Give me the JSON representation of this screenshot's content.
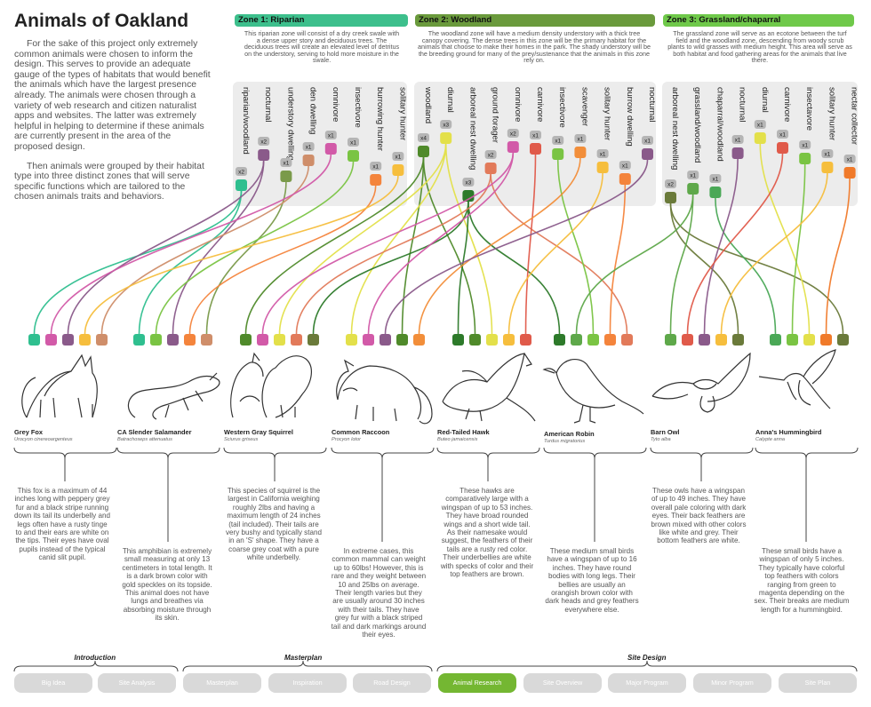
{
  "title": "Animals of Oakland",
  "intro": {
    "p1": "For the sake of this project only extremely common animals were chosen to inform the design. This serves to provide an adequate gauge of the types of habitats that would benefit the animals which have the largest presence already. The animals were chosen through a variety of web research and citizen naturalist apps and websites. The latter was extremely helpful in helping to determine if these animals are currently present in the area of the proposed design.",
    "p2": "Then animals were grouped by their habitat type into three distinct zones that will serve specific functions which are tailored to the chosen animals traits and behaviors."
  },
  "colors": {
    "zone1": "#3dbf8c",
    "zone2": "#6a9a3c",
    "zone3": "#6fc94a",
    "riparian": "#2fbf8f",
    "nocturnal": "#8a5a8a",
    "understory": "#7a9a4a",
    "den": "#cf8e6a",
    "omnivore": "#d25aa8",
    "insectivore": "#7ac443",
    "burrowing": "#f4843c",
    "hunter": "#f6be3d",
    "woodland": "#4f8a2a",
    "diurnal": "#e3e04a",
    "arboreal": "#2d7a2a",
    "ground": "#e27a5a",
    "carnivore": "#e05a4a",
    "scavenger": "#f28e3a",
    "grassland": "#5ea84a",
    "chaparral": "#4aa856",
    "nectar": "#f07a2a",
    "active": "#74b732",
    "nav": "#d9d9d9"
  },
  "zones": [
    {
      "label": "Zone 1: Riparian",
      "desc": "This riparian zone will consist of a dry creek swale with a dense upper story and deciduous trees. The deciduous trees will create an elevated level of detritus on the understory, serving to hold more moisture in the swale.",
      "traits": [
        {
          "label": "riparian/woodland",
          "count": "x2",
          "color": "#2fbf8f"
        },
        {
          "label": "nocturnal",
          "count": "x2",
          "color": "#8a5a8a"
        },
        {
          "label": "understory dwelling",
          "count": "x1",
          "color": "#7a9a4a"
        },
        {
          "label": "den dwelling",
          "count": "x1",
          "color": "#cf8e6a"
        },
        {
          "label": "omnivore",
          "count": "x1",
          "color": "#d25aa8"
        },
        {
          "label": "insectivore",
          "count": "x1",
          "color": "#7ac443"
        },
        {
          "label": "burrowing hunter",
          "count": "x1",
          "color": "#f4843c"
        },
        {
          "label": "solitary hunter",
          "count": "x1",
          "color": "#f6be3d"
        }
      ]
    },
    {
      "label": "Zone 2: Woodland",
      "desc": "The woodland zone will have a medium density understory with a thick tree canopy covering. The dense trees in this zone will be the primary habitat for the animals that choose to make their homes in the park. The shady understory will be the breeding ground for many of the prey/sustenance that the animals in this zone rely on.",
      "traits": [
        {
          "label": "woodland",
          "count": "x4",
          "color": "#4f8a2a"
        },
        {
          "label": "diurnal",
          "count": "x3",
          "color": "#e3e04a"
        },
        {
          "label": "arboreal nest dwelling",
          "count": "x3",
          "color": "#2d7a2a"
        },
        {
          "label": "ground forager",
          "count": "x2",
          "color": "#e27a5a"
        },
        {
          "label": "omnivore",
          "count": "x2",
          "color": "#d25aa8"
        },
        {
          "label": "carnivore",
          "count": "x1",
          "color": "#e05a4a"
        },
        {
          "label": "insectivore",
          "count": "x1",
          "color": "#7ac443"
        },
        {
          "label": "scavenger",
          "count": "x1",
          "color": "#f28e3a"
        },
        {
          "label": "solitary hunter",
          "count": "x1",
          "color": "#f6be3d"
        },
        {
          "label": "burrow dwelling",
          "count": "x1",
          "color": "#f4843c"
        },
        {
          "label": "nocturnal",
          "count": "x1",
          "color": "#8a5a8a"
        }
      ]
    },
    {
      "label": "Zone 3: Grassland/chaparral",
      "desc": "The grassland zone will serve as an ecotone between the turf field and the woodland zone, descending from woody scrub plants to wild grasses with medium height. This area will serve as both habitat and food gathering areas for the animals that live there.",
      "traits": [
        {
          "label": "arboreal nest dwelling",
          "count": "x2",
          "color": "#6a7a3a"
        },
        {
          "label": "grassland/woodland",
          "count": "x1",
          "color": "#5ea84a"
        },
        {
          "label": "chaparral/woodland",
          "count": "x1",
          "color": "#4aa856"
        },
        {
          "label": "nocturnal",
          "count": "x1",
          "color": "#8a5a8a"
        },
        {
          "label": "diurnal",
          "count": "x1",
          "color": "#e3e04a"
        },
        {
          "label": "carnivore",
          "count": "x1",
          "color": "#e05a4a"
        },
        {
          "label": "insectavore",
          "count": "x1",
          "color": "#7ac443"
        },
        {
          "label": "solitary hunter",
          "count": "x1",
          "color": "#f6be3d"
        },
        {
          "label": "nectar collector",
          "count": "x1",
          "color": "#f07a2a"
        }
      ]
    }
  ],
  "animals": [
    {
      "name": "Grey Fox",
      "sci": "Urocyon cinereoargenteus",
      "swatches": [
        "#2fbf8f",
        "#d25aa8",
        "#8a5a8a",
        "#f6be3d",
        "#cf8e6a"
      ],
      "desc": "This fox is a maximum of 44 inches long with peppery grey fur and a black stripe running down its tail its underbelly and legs often have a rusty tinge to and their ears are white on the tips. Their eyes have oval pupils instead of the typical canid slit pupil."
    },
    {
      "name": "CA Slender Salamander",
      "sci": "Batrachoseps attenuatus",
      "swatches": [
        "#2fbf8f",
        "#7ac443",
        "#8a5a8a",
        "#f4843c",
        "#cf8e6a"
      ],
      "desc": "This amphibian is extremely small measuring at only 13 centimeters in total length. It is a dark brown color with gold speckles on its topside. This animal does not have lungs and breathes via absorbing moisture through its skin."
    },
    {
      "name": "Western Gray Squirrel",
      "sci": "Sciurus griseus",
      "swatches": [
        "#4f8a2a",
        "#d25aa8",
        "#e3e04a",
        "#e27a5a",
        "#6a7a3a"
      ],
      "desc": "This species of squirrel is the largest in California weighing roughly 2lbs and having a maximum length of 24 inches (tail included). Their tails are very bushy and typically stand in an 'S' shape. They have a coarse grey coat with a pure white underbelly."
    },
    {
      "name": "Common Raccoon",
      "sci": "Procyon lotor",
      "swatches": [
        "#e3e04a",
        "#d25aa8",
        "#8a5a8a",
        "#4f8a2a",
        "#f28e3a"
      ],
      "desc": "In extreme cases, this common mammal can weight up to 60lbs! However, this is rare and they weight between 10 and 25lbs on average. Their length varies but they are usually around 30 inches with their tails. They have grey fur with a black striped tail and dark markings around their eyes."
    },
    {
      "name": "Red-Tailed Hawk",
      "sci": "Buteo jamaicensis",
      "swatches": [
        "#2d7a2a",
        "#4f8a2a",
        "#e3e04a",
        "#f6be3d",
        "#e05a4a"
      ],
      "desc": "These hawks are comparatively large with a wingspan of up to 53 inches. They have broad rounded wings and a short wide tail. As their namesake would suggest, the feathers of their tails are a rusty red color. Their underbellies are white with specks of color and their top feathers are brown."
    },
    {
      "name": "American Robin",
      "sci": "Turdus migratorius",
      "swatches": [
        "#2d7a2a",
        "#5ea84a",
        "#7ac443",
        "#f4843c",
        "#e27a5a"
      ],
      "desc": "These medium small birds have a wingspan of up to 16 inches. They have round bodies with long legs. Their bellies are usually an orangish brown color with dark heads and grey feathers everywhere else."
    },
    {
      "name": "Barn Owl",
      "sci": "Tyto alba",
      "swatches": [
        "#5ea84a",
        "#e05a4a",
        "#8a5a8a",
        "#f6be3d",
        "#6a7a3a"
      ],
      "desc": "These owls have a wingspan of up to 49 inches. They have overall pale coloring with dark eyes. Their back feathers are brown mixed with other colors like white and grey. Their bottom feathers are white."
    },
    {
      "name": "Anna's Hummingbird",
      "sci": "Calypte anna",
      "swatches": [
        "#4aa856",
        "#7ac443",
        "#e3e04a",
        "#f07a2a",
        "#6a7a3a"
      ],
      "desc": "These small birds have a wingspan of only 5 inches. They typically have colorful top feathers with colors ranging from green to magenta depending on the sex. Their breaks are medium length for a hummingbird."
    }
  ],
  "nav": {
    "sections": [
      "Introduction",
      "Masterplan",
      "Site Design"
    ],
    "buttons": [
      "Big Idea",
      "Site Analysis",
      "Masterplan",
      "Inspiration",
      "Road Design",
      "Animal Research",
      "Site Overview",
      "Major Program",
      "Minor Program",
      "Site Plan"
    ],
    "active": "Animal Research"
  }
}
